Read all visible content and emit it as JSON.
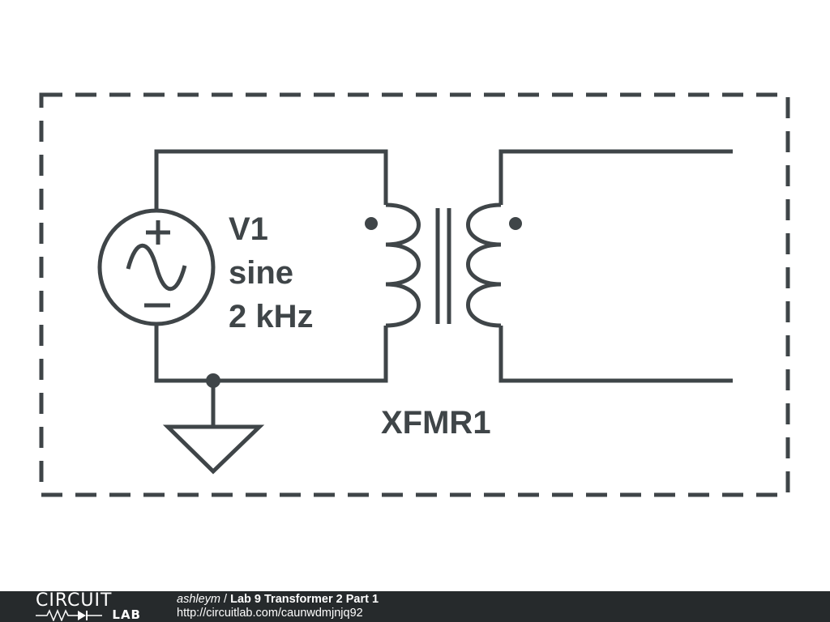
{
  "schematic": {
    "source_label": "V1",
    "source_type": "sine",
    "source_freq": "2 kHz",
    "transformer_label": "XFMR1",
    "plus_sign": "+",
    "minus_sign": "−"
  },
  "footer": {
    "logo_top": "CIRCUIT",
    "logo_bottom": "LAB",
    "author": "ashleym",
    "separator": " / ",
    "title": "Lab 9 Transformer 2 Part 1",
    "url": "http://circuitlab.com/caunwdmjnjq92"
  },
  "colors": {
    "ink": "#3f4548",
    "footer_bg": "#262a2c"
  }
}
